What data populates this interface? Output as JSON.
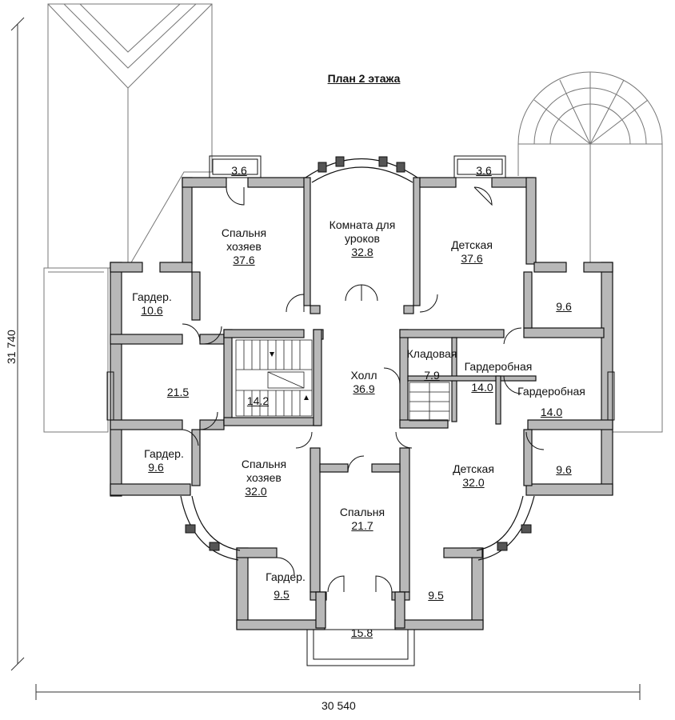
{
  "title": "План 2 этажа",
  "dimensions": {
    "width": "30 540",
    "height": "31 740"
  },
  "rooms": [
    {
      "name": "",
      "area": "3.6"
    },
    {
      "name": "",
      "area": "3.6"
    },
    {
      "name": "Спальня хозяев",
      "area": "37.6"
    },
    {
      "name": "Комната для уроков",
      "area": "32.8"
    },
    {
      "name": "Детская",
      "area": "37.6"
    },
    {
      "name": "Гардер.",
      "area": "10.6"
    },
    {
      "name": "",
      "area": "9.6"
    },
    {
      "name": "Кладовая",
      "area": "7.9"
    },
    {
      "name": "Гардеробная",
      "area": "14.0"
    },
    {
      "name": "Гардеробная",
      "area": "14.0"
    },
    {
      "name": "",
      "area": "21.5"
    },
    {
      "name": "",
      "area": "14.2"
    },
    {
      "name": "Холл",
      "area": "36.9"
    },
    {
      "name": "Гардер.",
      "area": "9.6"
    },
    {
      "name": "Спальня хозяев",
      "area": "32.0"
    },
    {
      "name": "Детская",
      "area": "32.0"
    },
    {
      "name": "",
      "area": "9.6"
    },
    {
      "name": "Спальня",
      "area": "21.7"
    },
    {
      "name": "Гардер.",
      "area": "9.5"
    },
    {
      "name": "",
      "area": "9.5"
    },
    {
      "name": "",
      "area": "15.8"
    }
  ]
}
